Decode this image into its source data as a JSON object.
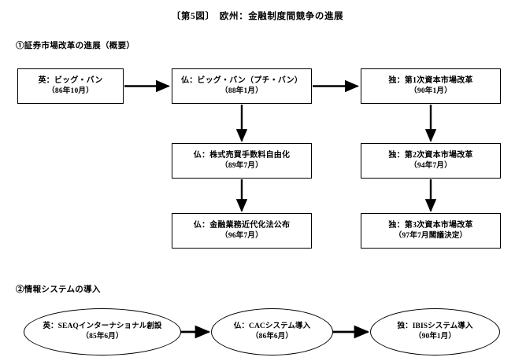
{
  "figure": {
    "title": "〔第5図〕　欧州：金融制度間競争の進展"
  },
  "sections": [
    {
      "id": "securities-market-reform",
      "heading": "①証券市場改革の進展（概要）"
    },
    {
      "id": "information-systems",
      "heading": "②情報システムの導入"
    }
  ],
  "flow_boxes": {
    "uk_bigbang": {
      "line1": "英：ビッグ・バン",
      "line2": "（86年10月）"
    },
    "fr_bigbang": {
      "line1": "仏：ビッグ・バン（プチ・バン）",
      "line2": "（88年1月）"
    },
    "de_cap1": {
      "line1": "独：第1次資本市場改革",
      "line2": "（90年1月）"
    },
    "fr_fee": {
      "line1": "仏：株式売買手数料自由化",
      "line2": "（89年7月）"
    },
    "de_cap2": {
      "line1": "独：第2次資本市場改革",
      "line2": "（94年7月）"
    },
    "fr_moderniz": {
      "line1": "仏：金融業務近代化法公布",
      "line2": "（96年7月）"
    },
    "de_cap3": {
      "line1": "独：第3次資本市場改革",
      "line2": "（97年7月閣議決定）"
    }
  },
  "flow_ellipses": {
    "uk_seaq": {
      "line1": "英：SEAQインターナショナル創設",
      "line2": "（85年6月）"
    },
    "fr_cac": {
      "line1": "仏：CACシステム導入",
      "line2": "（86年6月）"
    },
    "de_ibis": {
      "line1": "独：IBISシステム導入",
      "line2": "（90年1月）"
    }
  },
  "colors": {
    "ink": "#000000",
    "paper": "#ffffff"
  }
}
